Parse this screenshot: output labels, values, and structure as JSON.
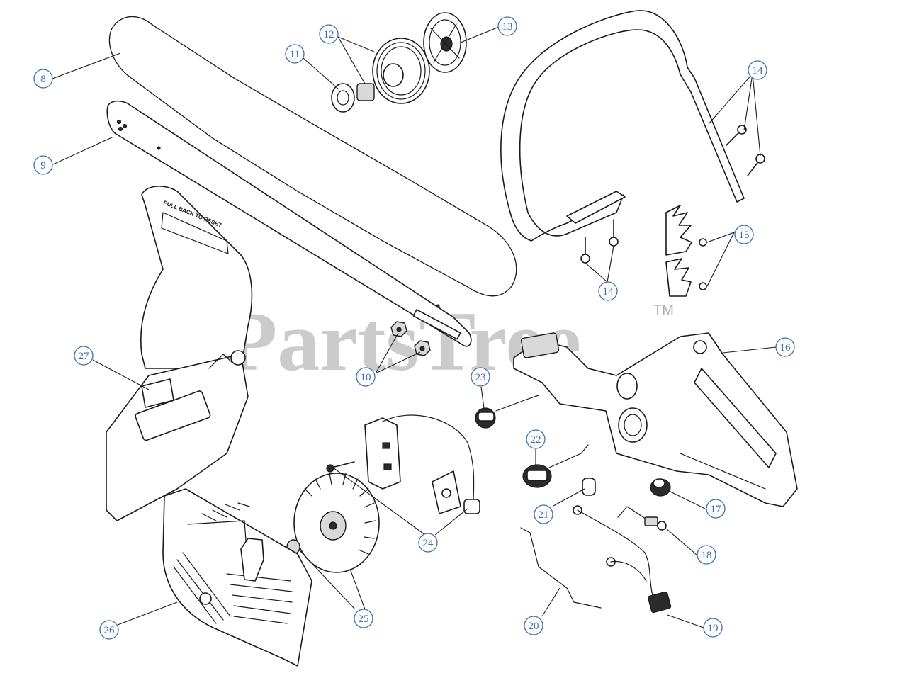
{
  "watermark": {
    "text": "PartsTree",
    "trademark": "TM"
  },
  "bar_label": "PULL BACK TO RESET",
  "callouts": [
    {
      "id": "8",
      "label": "8"
    },
    {
      "id": "9",
      "label": "9"
    },
    {
      "id": "10",
      "label": "10"
    },
    {
      "id": "11",
      "label": "11"
    },
    {
      "id": "12",
      "label": "12"
    },
    {
      "id": "13",
      "label": "13"
    },
    {
      "id": "14a",
      "label": "14"
    },
    {
      "id": "14b",
      "label": "14"
    },
    {
      "id": "15",
      "label": "15"
    },
    {
      "id": "16",
      "label": "16"
    },
    {
      "id": "17",
      "label": "17"
    },
    {
      "id": "18",
      "label": "18"
    },
    {
      "id": "19",
      "label": "19"
    },
    {
      "id": "20",
      "label": "20"
    },
    {
      "id": "21",
      "label": "21"
    },
    {
      "id": "22",
      "label": "22"
    },
    {
      "id": "23",
      "label": "23"
    },
    {
      "id": "24",
      "label": "24"
    },
    {
      "id": "25",
      "label": "25"
    },
    {
      "id": "26",
      "label": "26"
    },
    {
      "id": "27",
      "label": "27"
    }
  ]
}
